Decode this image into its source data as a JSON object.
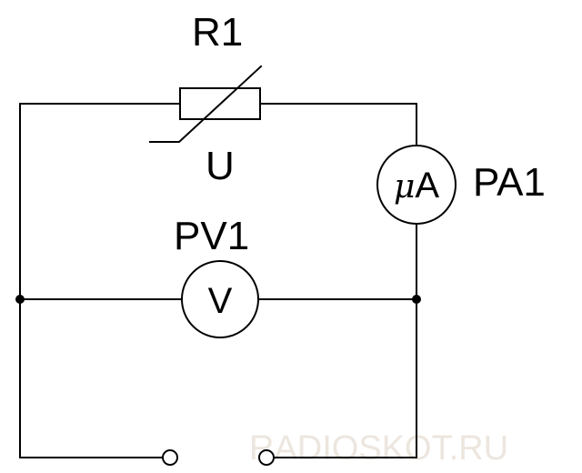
{
  "components": {
    "resistor": {
      "designator": "R1",
      "parameter": "U"
    },
    "ammeter": {
      "designator": "PA1",
      "symbol_prefix": "μ",
      "symbol_unit": "A"
    },
    "voltmeter": {
      "designator": "PV1",
      "symbol": "V"
    }
  },
  "watermark": "RADIOSKOT.RU",
  "colors": {
    "line": "#000000",
    "background": "#ffffff",
    "watermark": "#ece6df"
  }
}
